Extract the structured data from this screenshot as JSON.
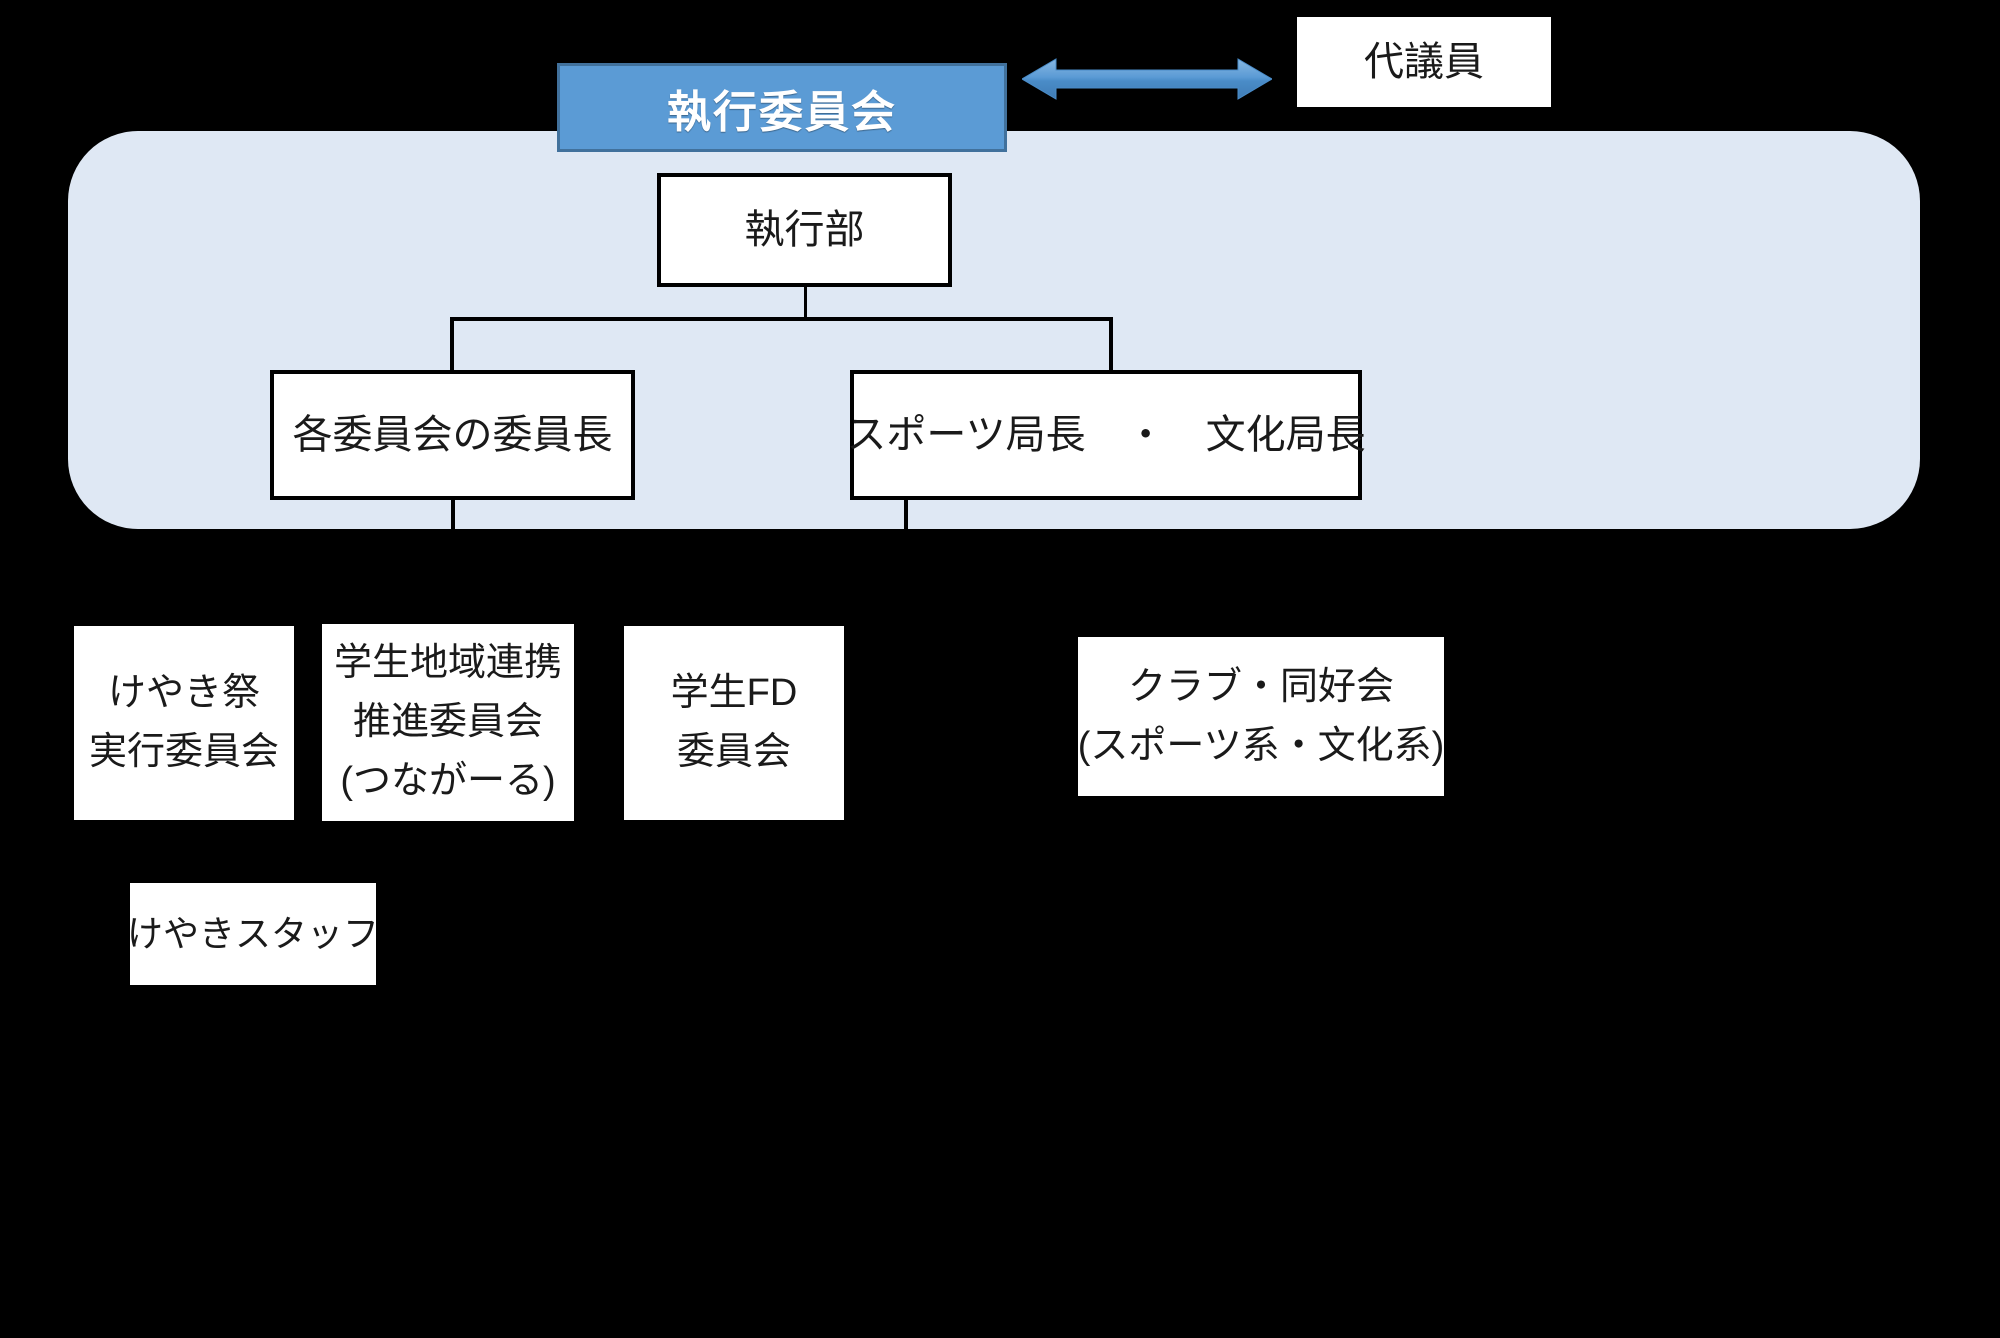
{
  "diagram": {
    "title_box": {
      "label": "執行委員会"
    },
    "delegate_box": {
      "label": "代議員"
    },
    "exec_office": {
      "label": "執行部"
    },
    "branches": [
      {
        "label": "各委員会の委員長"
      },
      {
        "label": "スポーツ局長　・　文化局長"
      }
    ],
    "committees": [
      {
        "line1": "けやき祭",
        "line2": "実行委員会"
      },
      {
        "line1": "学生地域連携",
        "line2": "推進委員会",
        "line3": "(つながーる)"
      },
      {
        "line1": "学生FD",
        "line2": "委員会"
      }
    ],
    "clubs_box": {
      "line1": "クラブ・同好会",
      "line2": "(スポーツ系・文化系)"
    },
    "staff_box": {
      "label": "けやきスタッフ"
    },
    "connector_arrow": {
      "name": "double-headed-arrow"
    }
  },
  "colors": {
    "background": "#000000",
    "panel": "#dfe8f4",
    "header_fill": "#5b9bd5",
    "header_border": "#41719c",
    "node_fill": "#ffffff",
    "node_border": "#000000",
    "arrow": "#5b9bd5",
    "text": "#1a1a1a",
    "header_text": "#ffffff"
  }
}
